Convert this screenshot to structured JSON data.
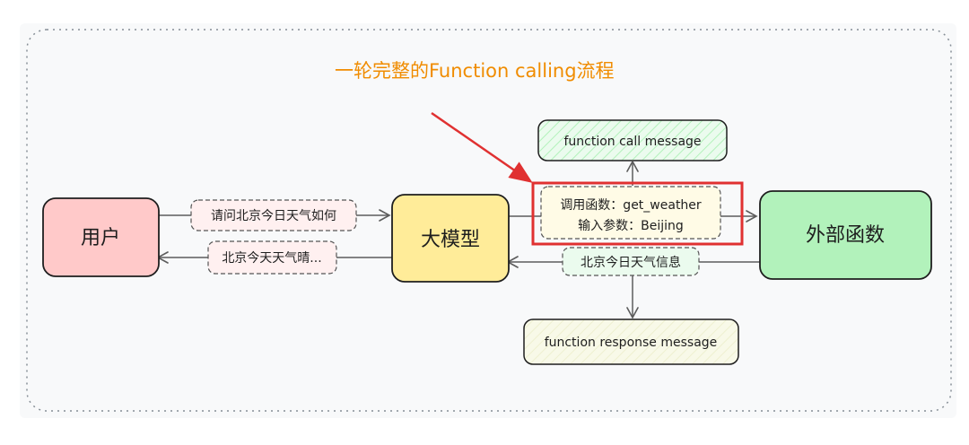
{
  "title": "一轮完整的Function calling流程",
  "nodes": {
    "user": "用户",
    "llm": "大模型",
    "external": "外部函数"
  },
  "messages": {
    "function_call": "function call message",
    "function_response": "function response message"
  },
  "edge_labels": {
    "question": "请问北京今日天气如何",
    "answer": "北京今天天气晴...",
    "function_info": "北京今日天气信息",
    "call_line1": "调用函数：get_weather",
    "call_line2": "输入参数：Beijing"
  },
  "colors": {
    "title": "#f08c00",
    "highlight_box": "#e03131",
    "pointer_arrow": "#e03131",
    "user_fill": "#ffc9c9",
    "llm_fill": "#ffec99",
    "external_fill": "#b2f2bb",
    "function_call_fill": "#ebfbee",
    "function_response_fill": "#f8f9e8",
    "edge_label_pink": "#fff0f0",
    "edge_label_yellow": "#fffbe6",
    "edge_label_green": "#ebfbee",
    "stroke": "#1e1e1e",
    "arrow": "#5c5c5c"
  }
}
